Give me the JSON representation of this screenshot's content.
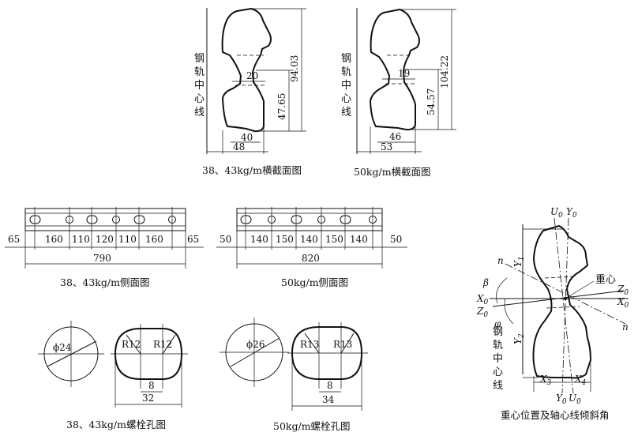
{
  "cross_section_38_43": {
    "side_label": [
      "钢",
      "轨",
      "中",
      "心",
      "线"
    ],
    "height_total": "94.03",
    "height_centroid": "47.65",
    "web_thickness": "20",
    "head_width": "40",
    "base_width": "48",
    "caption": "38、43kg/m横截面图"
  },
  "cross_section_50": {
    "side_label": [
      "钢",
      "轨",
      "中",
      "心",
      "线"
    ],
    "height_total": "104.22",
    "height_centroid": "54.57",
    "web_thickness": "19",
    "head_width": "46",
    "base_width": "53",
    "caption": "50kg/m横截面图"
  },
  "side_view_38_43": {
    "spacings": [
      "65",
      "160",
      "110",
      "120",
      "110",
      "160",
      "65"
    ],
    "total": "790",
    "caption": "38、43kg/m侧面图"
  },
  "side_view_50": {
    "spacings": [
      "50",
      "140",
      "150",
      "140",
      "150",
      "140",
      "50"
    ],
    "total": "820",
    "caption": "50kg/m侧面图"
  },
  "bolt_hole_38_43": {
    "diameter": "ϕ24",
    "radius_left": "R12",
    "radius_right": "R12",
    "flat_length": "8",
    "slot_length": "32",
    "caption": "38、43kg/m螺栓孔图"
  },
  "bolt_hole_50": {
    "diameter": "ϕ26",
    "radius_left": "R13",
    "radius_right": "R13",
    "flat_length": "8",
    "slot_length": "34",
    "caption": "50kg/m螺栓孔图"
  },
  "centroid_diagram": {
    "u0_top": "U",
    "y0_top": "Y",
    "y1": "Y",
    "y2": "Y",
    "n_top": "n",
    "n_bottom": "n",
    "beta": "β",
    "phi": "φ",
    "x0_left": "X",
    "z0_left": "Z",
    "z0_right": "Z",
    "x0_right": "X",
    "centroid_label": "重心",
    "side_label": [
      "钢",
      "轨",
      "中",
      "心",
      "线"
    ],
    "x3": "X",
    "x4": "X",
    "y0_bottom": "Y",
    "u0_bottom": "U",
    "subscript_0": "0",
    "subscript_1": "1",
    "subscript_2": "2",
    "subscript_3": "3",
    "subscript_4": "4",
    "caption": "重心位置及轴心线倾斜角"
  }
}
